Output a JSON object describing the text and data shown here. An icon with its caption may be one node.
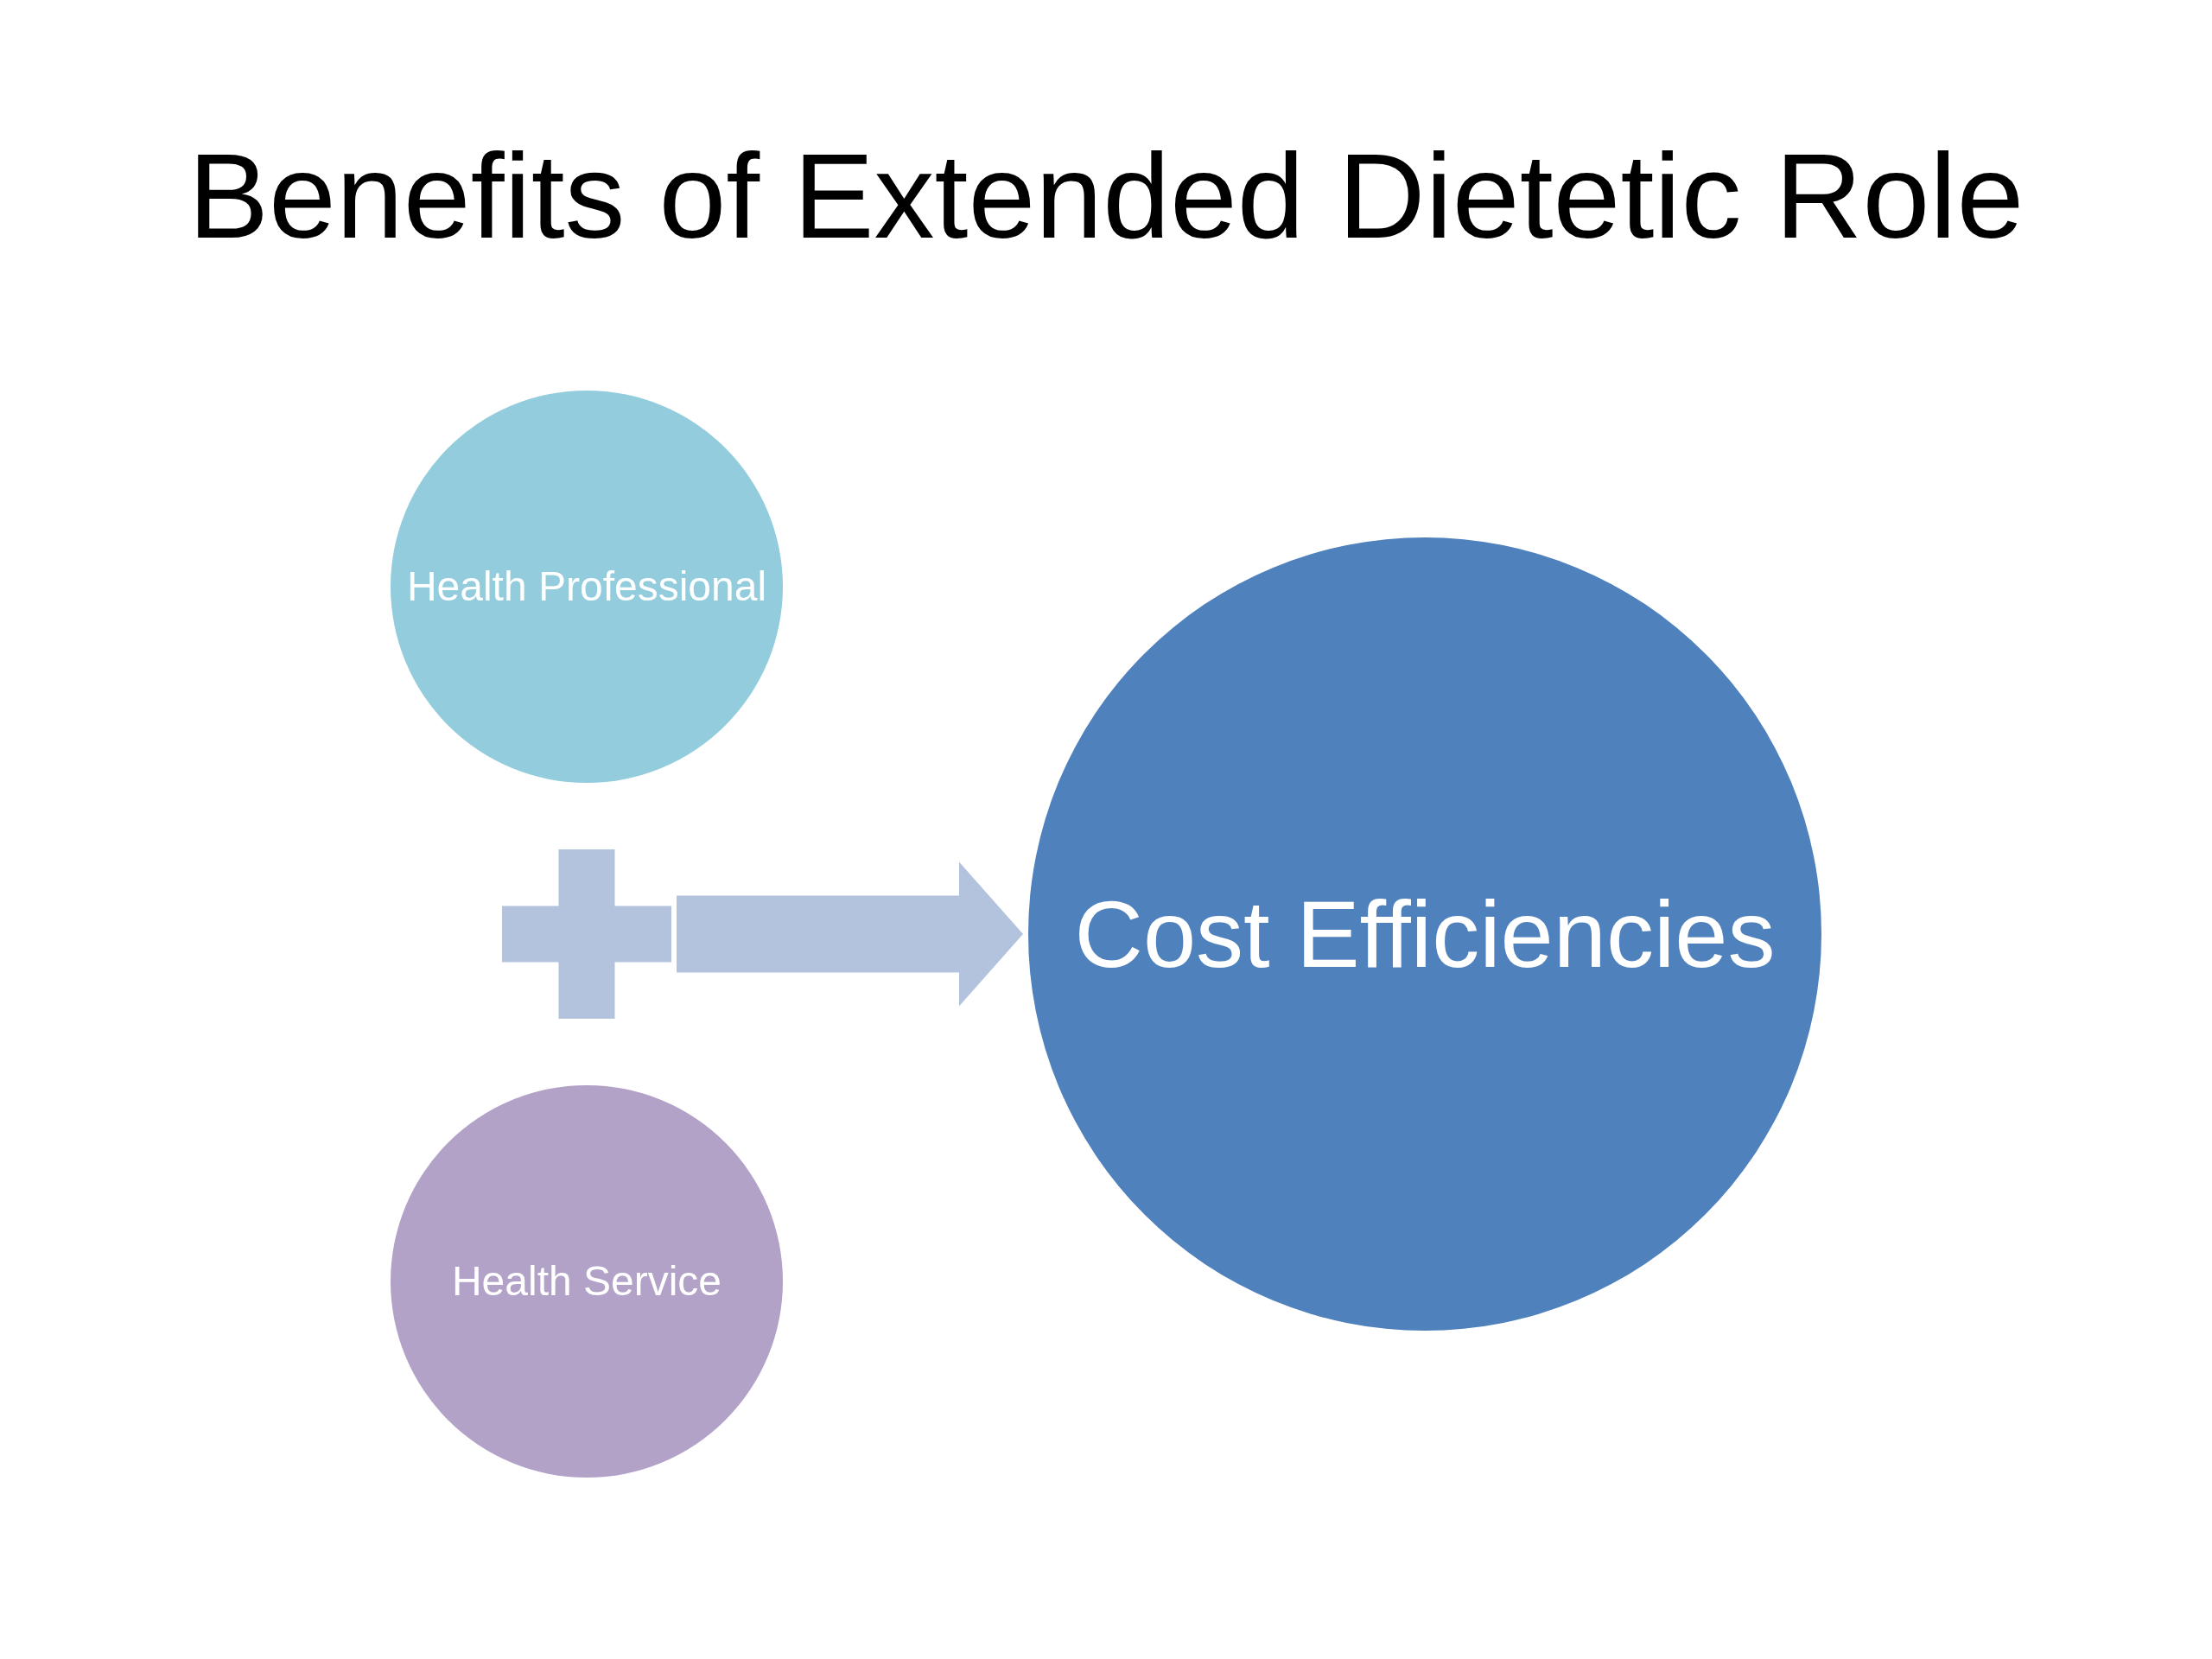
{
  "diagram": {
    "title": "Benefits of Extended Dietetic Role",
    "nodes": [
      {
        "text": [
          "Health Professional"
        ]
      },
      {
        "text": [],
        "shape": "plus"
      },
      {
        "text": [
          "Health Service"
        ]
      },
      {
        "text": [
          "Cost Efficiencies"
        ]
      }
    ],
    "edges": [
      {
        "from": 1,
        "to": 3,
        "arrow": "to"
      }
    ]
  }
}
